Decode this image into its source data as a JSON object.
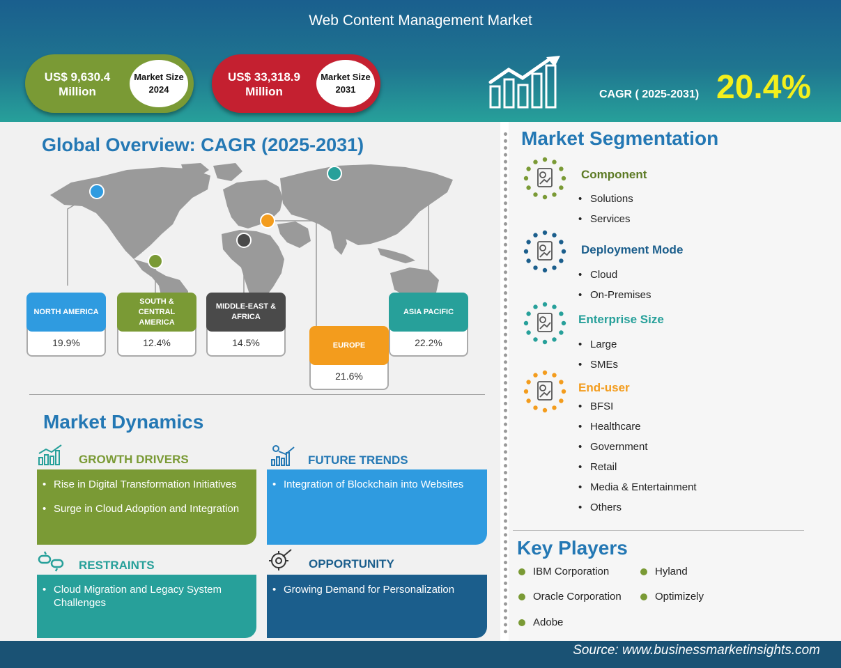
{
  "header": {
    "title": "Web Content Management Market",
    "market_2024": {
      "value": "US$ 9,630.4 Million",
      "label": "Market Size 2024"
    },
    "market_2031": {
      "value": "US$ 33,318.9 Million",
      "label": "Market Size 2031"
    },
    "cagr_label": "CAGR ( 2025-2031)",
    "cagr_value": "20.4%",
    "icon": "growth-chart-icon"
  },
  "global_overview": {
    "title": "Global Overview: CAGR (2025-2031)",
    "regions": [
      {
        "name": "NORTH AMERICA",
        "cagr": "19.9%",
        "color": "#2f9be0"
      },
      {
        "name": "SOUTH & CENTRAL AMERICA",
        "cagr": "12.4%",
        "color": "#7a9a35"
      },
      {
        "name": "MIDDLE-EAST & AFRICA",
        "cagr": "14.5%",
        "color": "#4a4a4a"
      },
      {
        "name": "EUROPE",
        "cagr": "21.6%",
        "color": "#f39c1d"
      },
      {
        "name": "ASIA PACIFIC",
        "cagr": "22.2%",
        "color": "#27a09a"
      }
    ]
  },
  "market_dynamics": {
    "title": "Market Dynamics",
    "growth_drivers": {
      "title": "GROWTH DRIVERS",
      "items": [
        "Rise in Digital Transformation Initiatives",
        "Surge in Cloud Adoption and Integration"
      ]
    },
    "future_trends": {
      "title": "FUTURE TRENDS",
      "items": [
        "Integration of Blockchain into Websites"
      ]
    },
    "restraints": {
      "title": "RESTRAINTS",
      "items": [
        "Cloud Migration and Legacy System Challenges"
      ]
    },
    "opportunity": {
      "title": "OPPORTUNITY",
      "items": [
        "Growing Demand for Personalization"
      ]
    }
  },
  "segmentation": {
    "title": "Market Segmentation",
    "groups": [
      {
        "title": "Component",
        "color": "#7a9a35",
        "items": [
          "Solutions",
          "Services"
        ]
      },
      {
        "title": "Deployment Mode",
        "color": "#1b5e8c",
        "items": [
          "Cloud",
          "On-Premises"
        ]
      },
      {
        "title": "Enterprise Size",
        "color": "#27a09a",
        "items": [
          "Large",
          "SMEs"
        ]
      },
      {
        "title": "End-user",
        "color": "#f39c1d",
        "items": [
          "BFSI",
          "Healthcare",
          "Government",
          "Retail",
          "Media & Entertainment",
          "Others"
        ]
      }
    ]
  },
  "key_players": {
    "title": "Key Players",
    "players": [
      "IBM Corporation",
      "Hyland",
      "Oracle Corporation",
      "Optimizely",
      "Adobe"
    ]
  },
  "footer": {
    "source": "Source: www.businessmarketinsights.com"
  },
  "colors": {
    "green": "#7a9a35",
    "red": "#c42030",
    "blue": "#2478b4",
    "teal": "#27a09a",
    "navy": "#1b5e8c",
    "orange": "#f39c1d",
    "yellow": "#f3ef1d"
  }
}
